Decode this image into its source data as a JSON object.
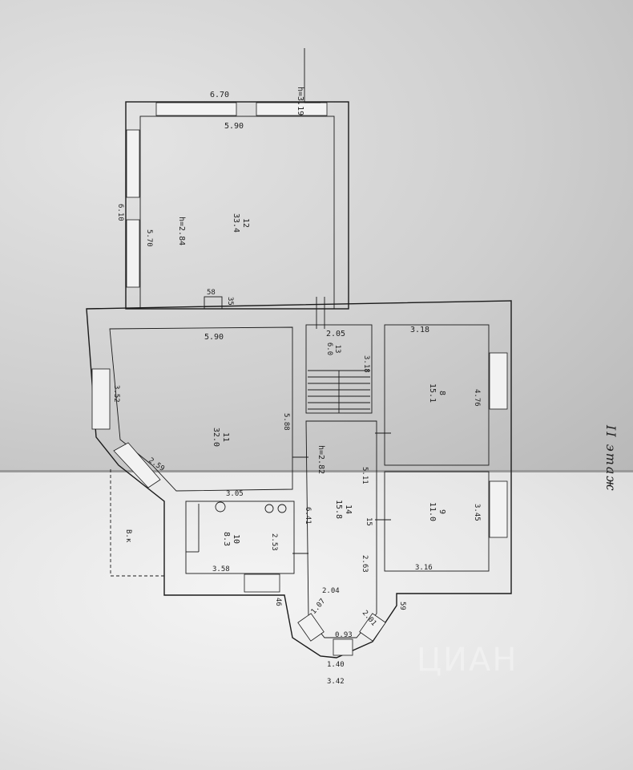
{
  "floor_label": "II этаж",
  "watermark": "ЦИАН",
  "height_marks": {
    "top": "h=3.19",
    "hall": "h=2.84",
    "corridor": "h=2.82"
  },
  "rooms": [
    {
      "id": "12",
      "area": "33.4"
    },
    {
      "id": "11",
      "area": "32.0"
    },
    {
      "id": "13",
      "area": "6.0"
    },
    {
      "id": "8",
      "area": "15.1"
    },
    {
      "id": "9",
      "area": "11.0"
    },
    {
      "id": "10",
      "area": "8.3"
    },
    {
      "id": "14",
      "area": "15.8"
    }
  ],
  "dimensions": {
    "top_outer": "6.70",
    "top_inner": "5.90",
    "left_outer": "6.10",
    "left_inner": "5.70",
    "notch_w": "58",
    "notch_h": "35",
    "hall_top": "5.90",
    "hall_left": "3.52",
    "hall_right": "5.88",
    "bay_left": "2.59",
    "bath_top": "3.05",
    "bath_bottom": "3.58",
    "bath_right": "2.53",
    "wc_top": "2.05",
    "stair_right": "3.18",
    "room8_top": "3.18",
    "room8_right": "4.76",
    "room9_right": "3.45",
    "room9_bottom": "3.16",
    "corr_left": "6.41",
    "corr_right": "5.11",
    "corr_mid": "2.63",
    "corr_bottom": "2.04",
    "bay_a": "1.07",
    "bay_b": "0.93",
    "bay_c": "2.01",
    "bay_d": "1.40",
    "bay_total": "3.42",
    "balcony": "В.к",
    "small_a": "46",
    "small_b": "59",
    "small_c": "15"
  }
}
